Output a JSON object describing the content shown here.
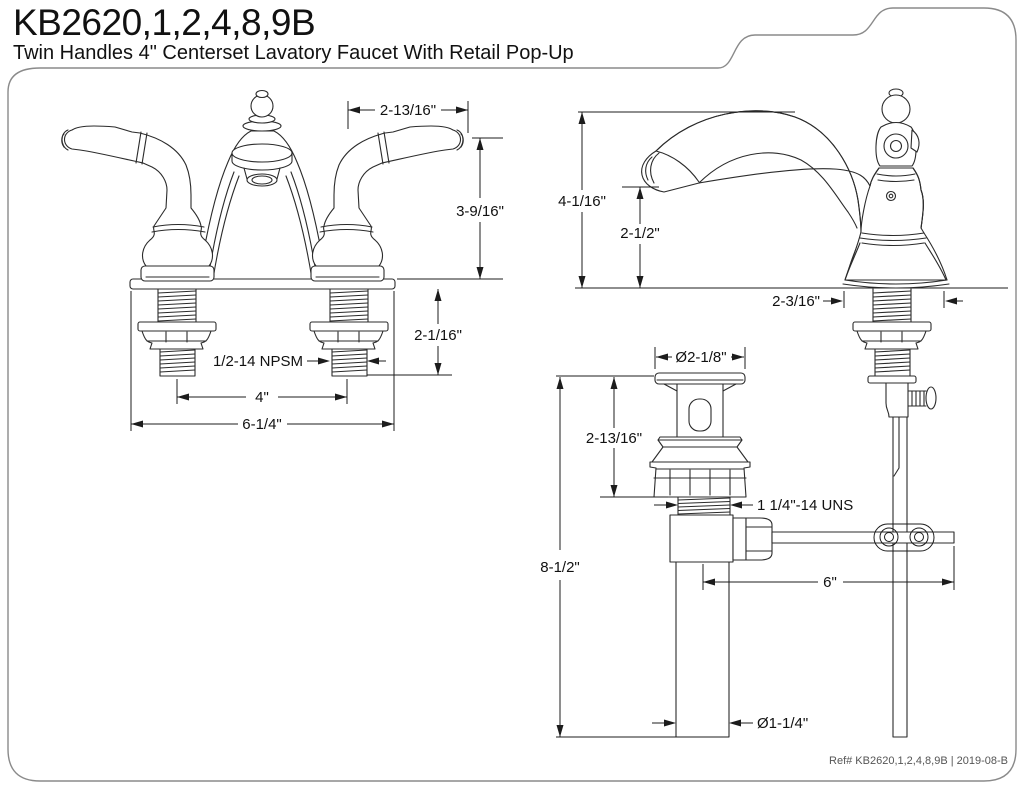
{
  "header": {
    "model": "KB2620,1,2,4,8,9B",
    "subtitle": "Twin Handles 4\" Centerset Lavatory Faucet With Retail Pop-Up"
  },
  "front_view": {
    "handle_span": "2-13/16\"",
    "overall_height": "3-9/16\"",
    "shank_length": "2-1/16\"",
    "shank_thread": "1/2-14 NPSM",
    "faucet_centers": "4\"",
    "overall_width": "6-1/4\""
  },
  "side_view": {
    "overall_height": "4-1/16\"",
    "spout_height": "2-1/2\"",
    "base_depth": "2-3/16\""
  },
  "popup_drain": {
    "flange_diameter": "Ø2-1/8\"",
    "flange_height": "2-13/16\"",
    "drain_thread": "1 1/4\"-14 UNS",
    "overall_height": "8-1/2\"",
    "pivot_rod_length": "6\"",
    "tailpiece_diameter": "Ø1-1/4\""
  },
  "footer": {
    "reference": "Ref# KB2620,1,2,4,8,9B | 2019-08-B"
  },
  "colors": {
    "line": "#2b2b2b",
    "frame": "#8a8a8a",
    "text": "#111111"
  }
}
